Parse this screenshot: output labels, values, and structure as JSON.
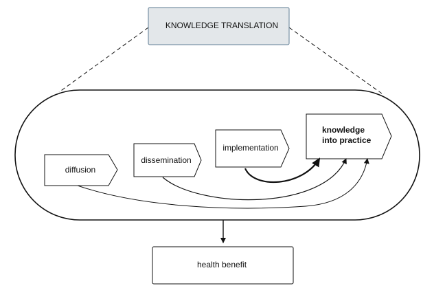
{
  "title": "KNOWLEDGE TRANSLATION",
  "stages": [
    {
      "id": "diffusion",
      "label": "diffusion"
    },
    {
      "id": "dissemination",
      "label": "dissemination"
    },
    {
      "id": "implementation",
      "label": "implementation"
    },
    {
      "id": "knowledge-into-practice",
      "label_line1": "knowledge",
      "label_line2": "into practice"
    }
  ],
  "outcome": {
    "label": "health benefit"
  },
  "colors": {
    "title_fill": "#e3e7ea",
    "title_border": "#5f7d94",
    "stroke": "#111111",
    "background": "#ffffff"
  }
}
